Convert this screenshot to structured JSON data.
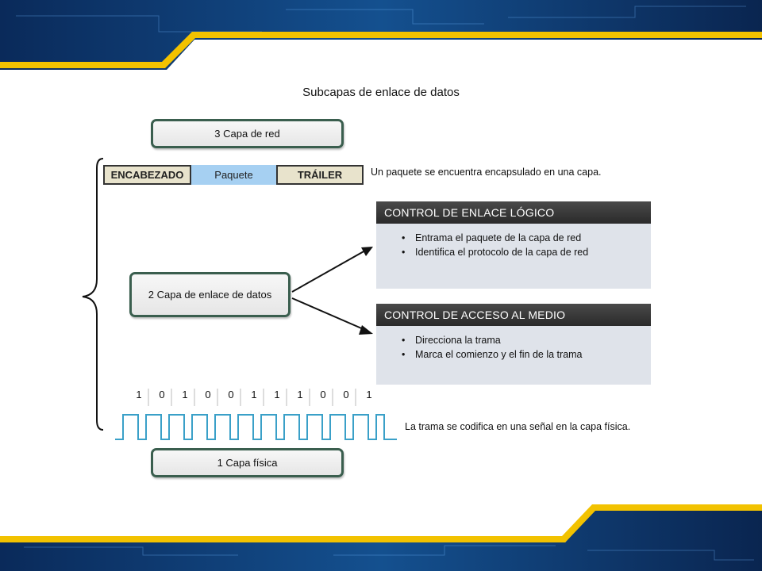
{
  "slide": {
    "title": "Subcapas de enlace de datos"
  },
  "layers": {
    "network": "3 Capa de red",
    "datalink": "2 Capa de enlace de datos",
    "physical": "1 Capa física"
  },
  "frame": {
    "header": "ENCABEZADO",
    "payload": "Paquete",
    "trailer": "TRÁILER",
    "note": "Un paquete se encuentra encapsulado en una capa."
  },
  "llc": {
    "title": "CONTROL DE ENLACE LÓGICO",
    "items": [
      "Entrama el paquete de la capa de red",
      "Identifica el protocolo de la capa de red"
    ]
  },
  "mac": {
    "title": "CONTROL DE ACCESO AL MEDIO",
    "items": [
      "Direcciona la trama",
      "Marca el comienzo y el fin de la trama"
    ]
  },
  "signal": {
    "bits": [
      "1",
      "0",
      "1",
      "0",
      "0",
      "1",
      "1",
      "1",
      "0",
      "0",
      "1"
    ],
    "note": "La trama se codifica en una señal en la capa física."
  },
  "colors": {
    "accent_yellow": "#f2c200",
    "box_border": "#3a5e4e",
    "payload_blue": "#a6d0f2",
    "panel_header": "#2f2f2f",
    "panel_body": "#dfe3ea",
    "signal_line": "#3aa0c8"
  }
}
